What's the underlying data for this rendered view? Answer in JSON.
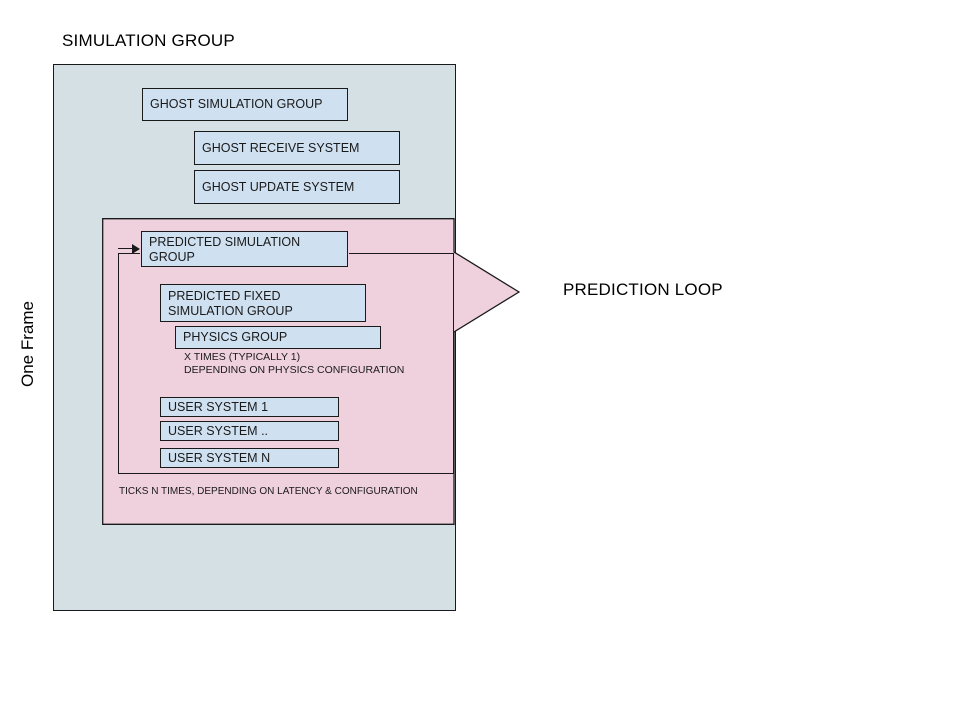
{
  "diagram": {
    "title": "SIMULATION GROUP",
    "frame_label": "One Frame",
    "callout_label": "PREDICTION LOOP",
    "colors": {
      "simulation_group_fill": "#d4e0e3",
      "prediction_fill": "#efd0dd",
      "system_box_fill": "#cfe0f0",
      "stroke": "#1a1a1a",
      "text": "#1a1a1a",
      "background": "#ffffff"
    },
    "simulation_group": {
      "boxes": [
        {
          "label": "GHOST SIMULATION GROUP"
        },
        {
          "label": "GHOST RECEIVE SYSTEM"
        },
        {
          "label": "GHOST UPDATE SYSTEM"
        }
      ]
    },
    "prediction_loop": {
      "boxes": [
        {
          "label": "PREDICTED SIMULATION\nGROUP"
        },
        {
          "label": "PREDICTED FIXED\nSIMULATION GROUP"
        },
        {
          "label": "PHYSICS GROUP"
        },
        {
          "label": "USER SYSTEM 1"
        },
        {
          "label": "USER SYSTEM .."
        },
        {
          "label": "USER SYSTEM N"
        }
      ],
      "physics_note": "X TIMES (TYPICALLY 1)\nDEPENDING ON PHYSICS CONFIGURATION",
      "ticks_note": "TICKS N TIMES, DEPENDING ON LATENCY & CONFIGURATION"
    }
  }
}
